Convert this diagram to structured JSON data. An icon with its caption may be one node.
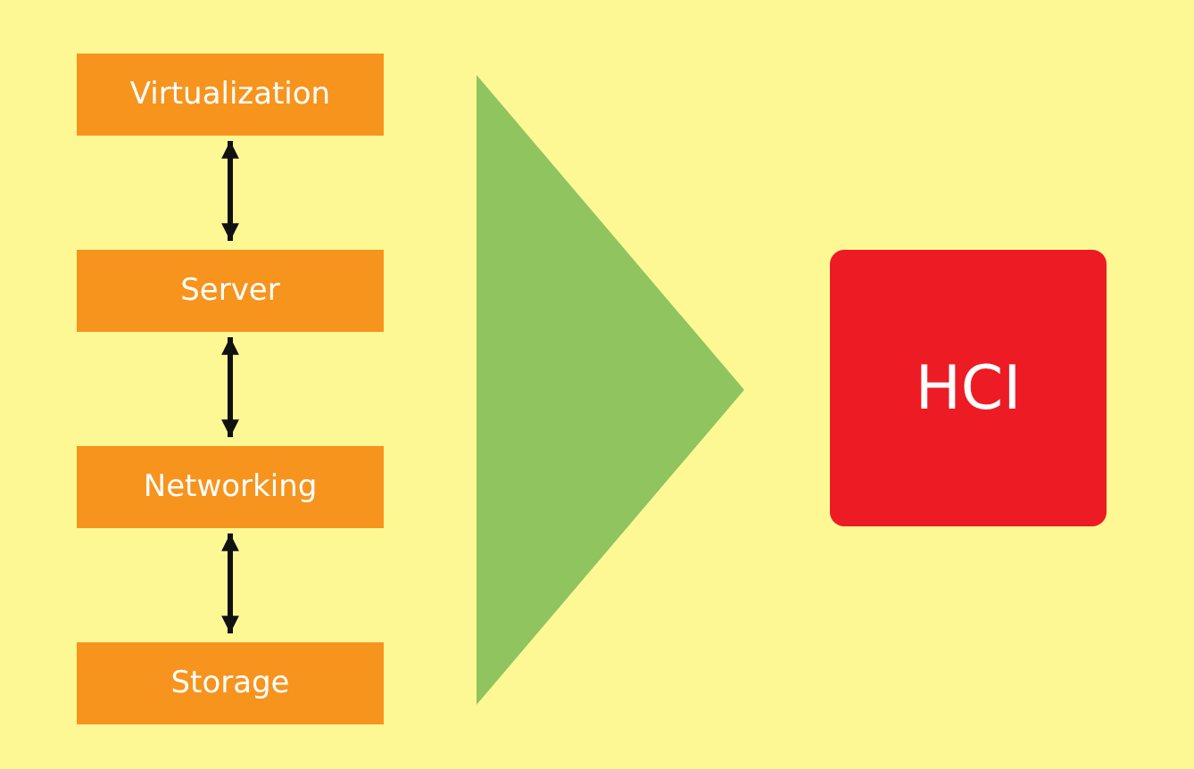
{
  "diagram": {
    "nodes": [
      {
        "text": [
          "Virtualization"
        ]
      },
      {
        "text": [
          "Server"
        ]
      },
      {
        "text": [
          "Networking"
        ]
      },
      {
        "text": [
          "Storage"
        ]
      },
      {
        "text": [],
        "shape": "triangle"
      },
      {
        "text": [
          "HCI"
        ]
      }
    ],
    "edges": [
      {
        "from": 0,
        "to": 1,
        "arrow": "both"
      },
      {
        "from": 1,
        "to": 2,
        "arrow": "both"
      },
      {
        "from": 2,
        "to": 3,
        "arrow": "both"
      }
    ]
  }
}
